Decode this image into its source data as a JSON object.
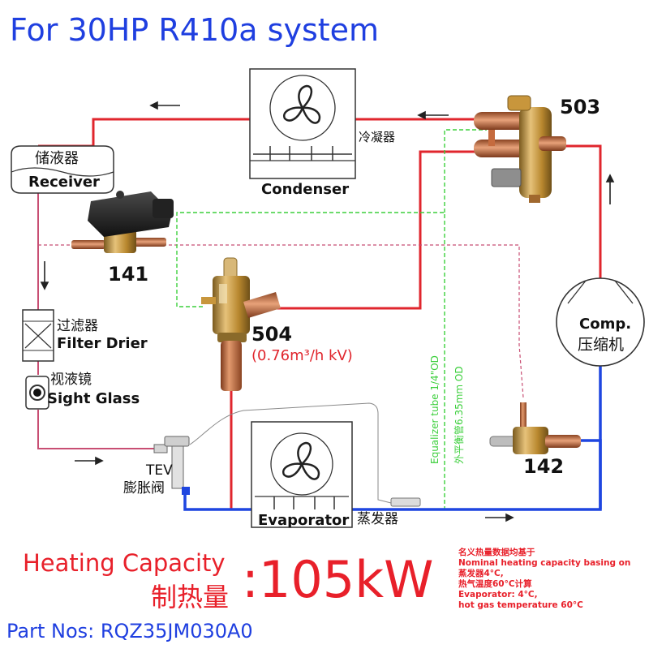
{
  "title": "For 30HP R410a system",
  "labels": {
    "receiver_cn": "储液器",
    "receiver_en": "Receiver",
    "condenser_en": "Condenser",
    "condenser_cn": "冷凝器",
    "valve_503": "503",
    "valve_141": "141",
    "valve_504": "504",
    "valve_504_spec": "(0.76m³/h kV)",
    "filter_cn": "过滤器",
    "filter_en": "Filter Drier",
    "sight_cn": "视液镜",
    "sight_en": "Sight Glass",
    "comp_en": "Comp.",
    "comp_cn": "压缩机",
    "equalizer_en": "Equalizer tube 1/4\"OD",
    "equalizer_cn": "外平衡管6.35mm OD",
    "valve_142": "142",
    "tev_en": "TEV",
    "tev_cn": "膨胀阀",
    "evaporator_en": "Evaporator",
    "evaporator_cn": "蒸发器"
  },
  "capacity": {
    "label_en": "Heating Capacity",
    "label_cn": "制热量",
    "value": ":105kW"
  },
  "part_nos": "Part Nos: RQZ35JM030A0",
  "notes": [
    "名义热量数据均基于",
    "Nominal heating capacity basing on",
    "蒸发器4°C,",
    "热气温度60°C计算",
    "Evaporator: 4°C,",
    "hot gas temperature 60°C"
  ],
  "colors": {
    "title_blue": "#1f3fe0",
    "capacity_red": "#e8202a",
    "hot_line_red": "#e0262d",
    "liquid_line_pink": "#c84e73",
    "suction_blue": "#1f46e0",
    "equalizer_green": "#3ccf3c",
    "brass": "#c8963c",
    "copper": "#c56b3e"
  }
}
